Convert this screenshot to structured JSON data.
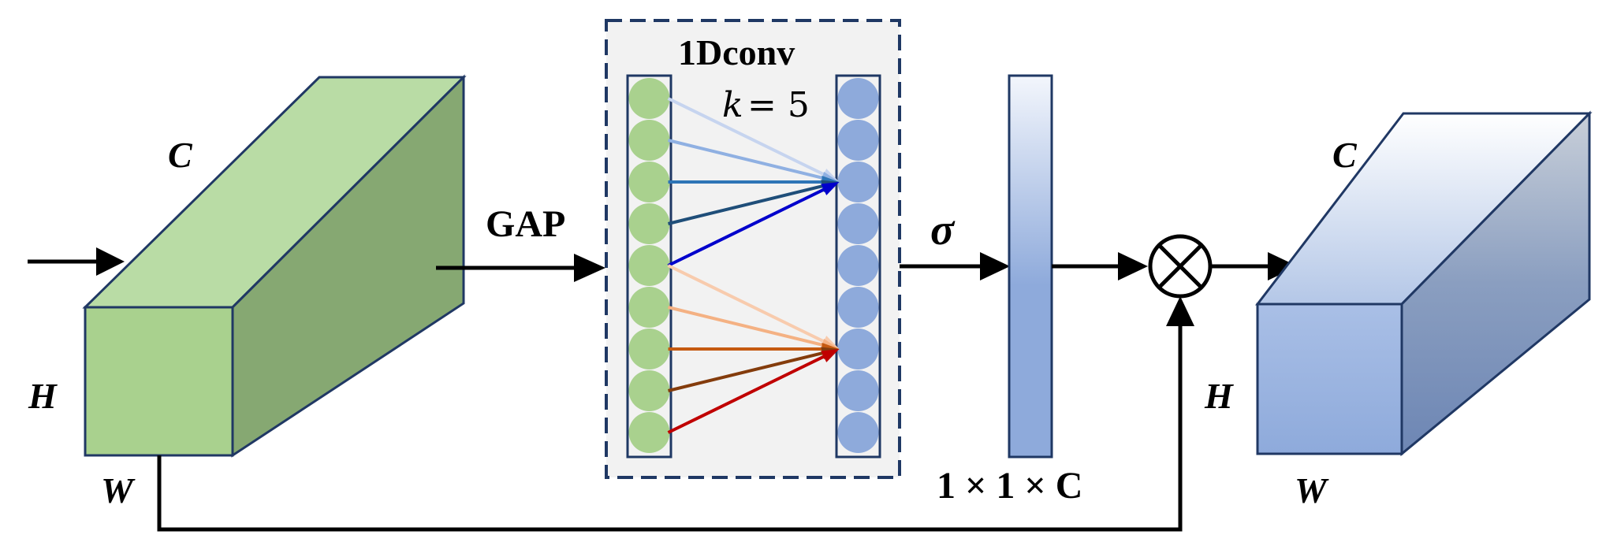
{
  "labels": {
    "input_c": "C",
    "input_h": "H",
    "input_w": "W",
    "gap": "GAP",
    "conv_title": "1Dconv",
    "kernel_k": "k",
    "kernel_eq": "= 5",
    "sigma": "σ",
    "vector_size": "1 × 1 × C",
    "output_c": "C",
    "output_h": "H",
    "output_w": "W",
    "multiply_symbol": "⊗"
  },
  "colors": {
    "input_front": "#a9d18e",
    "input_top": "#b9dca5",
    "input_side": "#86a872",
    "output_front": "#8eaadb",
    "conv_box_bg": "#f2f2f2",
    "conv_box_border": "#1f3864",
    "green_node": "#a9d18e",
    "blue_node": "#8eaadb",
    "blue_arrows": [
      "#c6d4ef",
      "#8fb0e2",
      "#2e75b6",
      "#1f4e79",
      "#0000cc"
    ],
    "orange_arrows": [
      "#f8cbad",
      "#f4b183",
      "#c55a11",
      "#843c0c",
      "#c00000"
    ]
  },
  "nodes": {
    "left_count": 9,
    "right_count": 9
  }
}
